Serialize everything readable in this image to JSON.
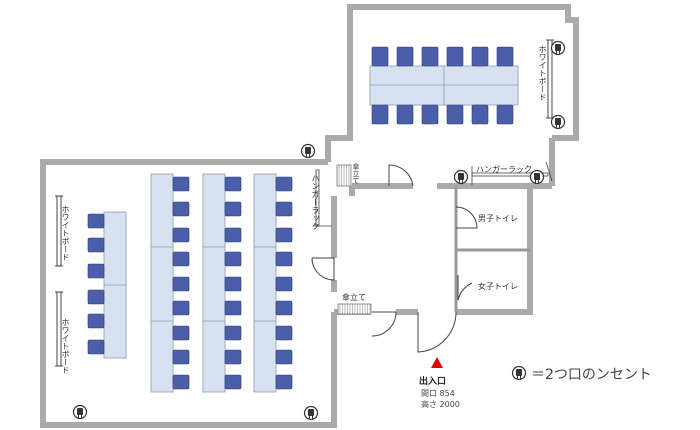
{
  "labels": {
    "whiteboard": "ホワイトボード",
    "hanger_rack": "ハンガーラック",
    "umbrella_stand": "傘立て",
    "mens_toilet": "男子トイレ",
    "womens_toilet": "女子トイレ",
    "entrance": "出入口",
    "entrance_width": "間口 854",
    "entrance_height": "高さ 2000",
    "legend": "＝2つ口のンセント"
  },
  "symbols": {
    "entrance_marker": "triangle",
    "outlet_icon": "double-outlet-icon"
  },
  "colors": {
    "wall": "#aaaaaa",
    "chair": "#4a5eaa",
    "table": "#d6e2ef",
    "entrance_marker": "#e00000",
    "stand": "#777777"
  }
}
